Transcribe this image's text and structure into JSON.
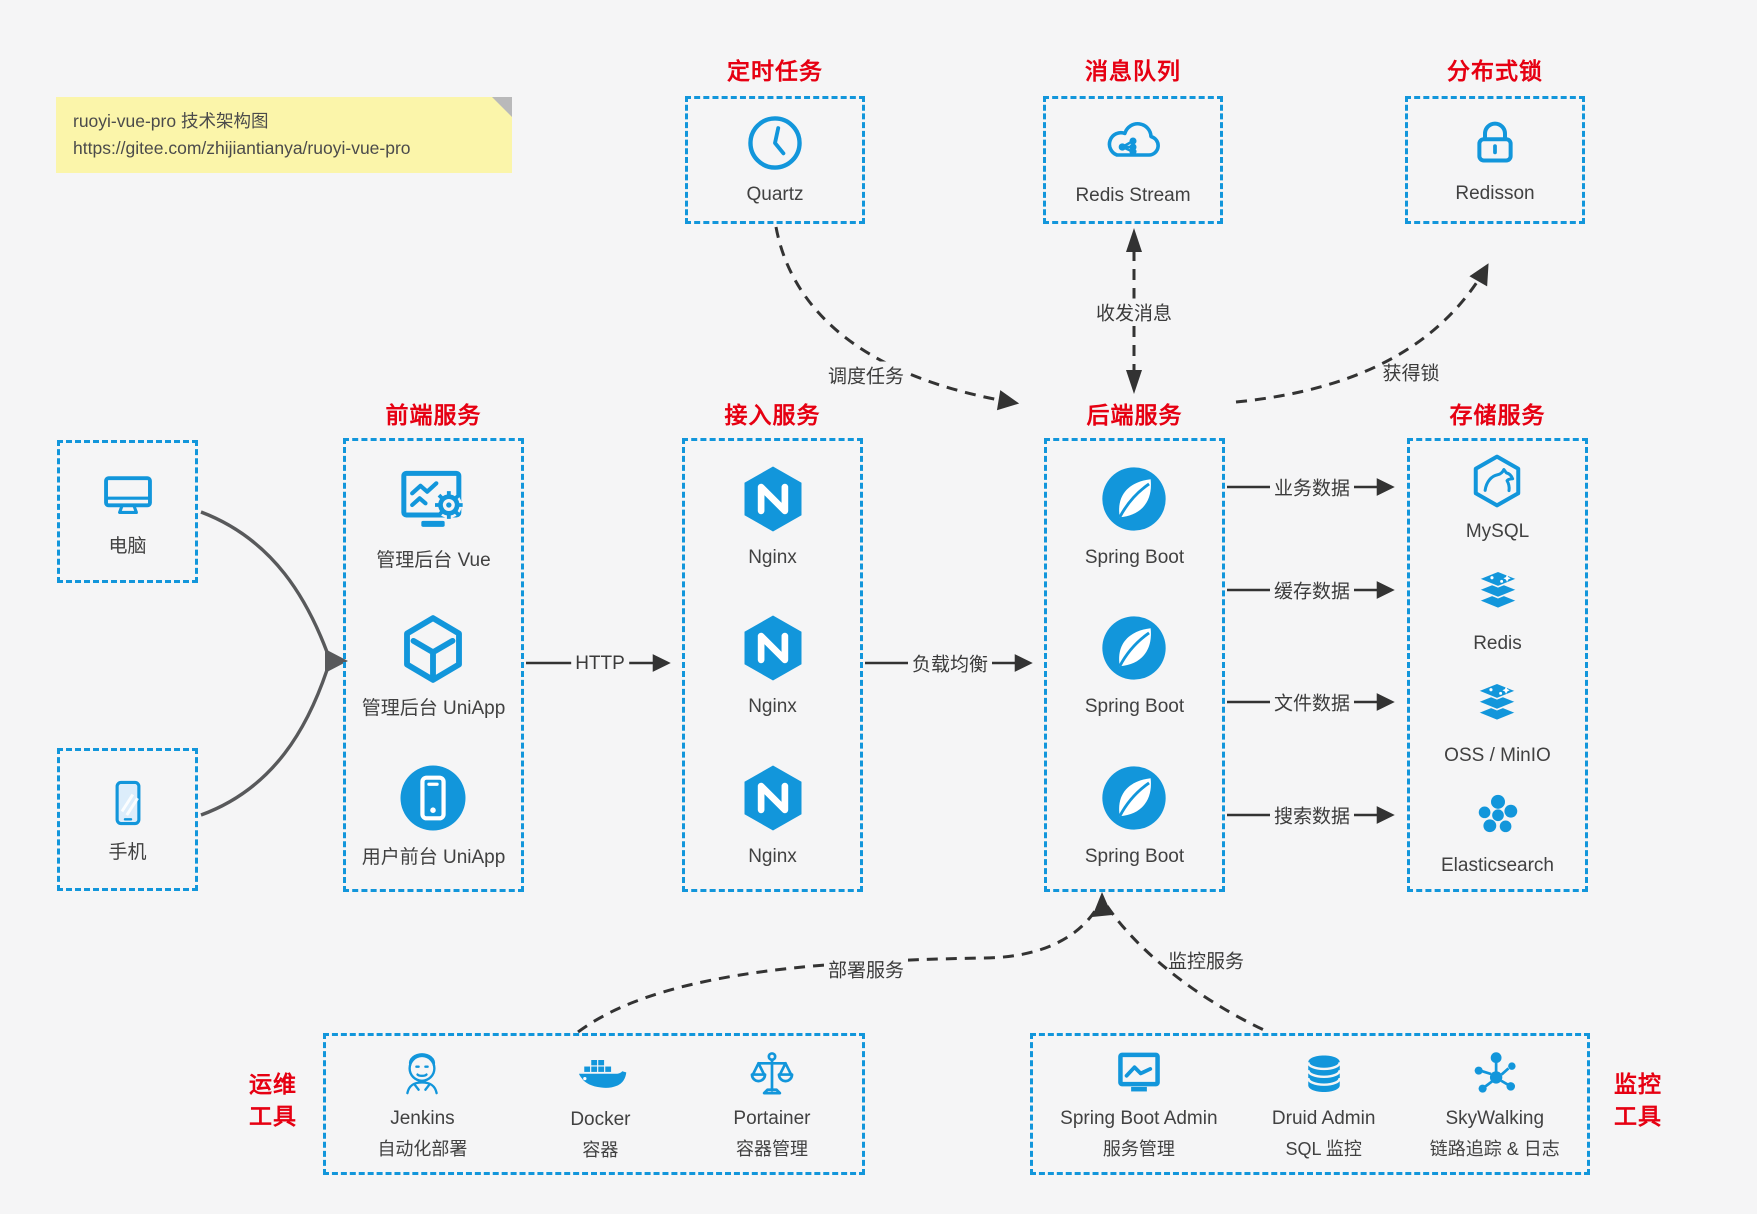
{
  "colors": {
    "accent": "#1296db",
    "red": "#e60012",
    "bg": "#f5f5f6",
    "note": "#fbf5aa",
    "line_dark": "#333333",
    "line_gray": "#58595b"
  },
  "note": {
    "line1": "ruoyi-vue-pro 技术架构图",
    "line2": "https://gitee.com/zhijiantianya/ruoyi-vue-pro"
  },
  "top_boxes": [
    {
      "title": "定时任务",
      "icon": "clock-icon",
      "label": "Quartz"
    },
    {
      "title": "消息队列",
      "icon": "cloud-mq-icon",
      "label": "Redis Stream"
    },
    {
      "title": "分布式锁",
      "icon": "lock-icon",
      "label": "Redisson"
    }
  ],
  "clients": [
    {
      "icon": "desktop-icon",
      "label": "电脑"
    },
    {
      "icon": "smartphone-icon",
      "label": "手机"
    }
  ],
  "columns": [
    {
      "title": "前端服务",
      "items": [
        {
          "icon": "admin-vue-icon",
          "label": "管理后台 Vue"
        },
        {
          "icon": "uniapp-cube-icon",
          "label": "管理后台 UniApp"
        },
        {
          "icon": "user-app-icon",
          "label": "用户前台 UniApp"
        }
      ]
    },
    {
      "title": "接入服务",
      "items": [
        {
          "icon": "nginx-icon",
          "label": "Nginx"
        },
        {
          "icon": "nginx-icon",
          "label": "Nginx"
        },
        {
          "icon": "nginx-icon",
          "label": "Nginx"
        }
      ]
    },
    {
      "title": "后端服务",
      "items": [
        {
          "icon": "spring-boot-icon",
          "label": "Spring Boot"
        },
        {
          "icon": "spring-boot-icon",
          "label": "Spring Boot"
        },
        {
          "icon": "spring-boot-icon",
          "label": "Spring Boot"
        }
      ]
    },
    {
      "title": "存储服务",
      "items": [
        {
          "icon": "mysql-icon",
          "label": "MySQL"
        },
        {
          "icon": "redis-stack-icon",
          "label": "Redis"
        },
        {
          "icon": "redis-stack-icon",
          "label": "OSS / MinIO"
        },
        {
          "icon": "elasticsearch-icon",
          "label": "Elasticsearch"
        }
      ]
    }
  ],
  "tool_groups": [
    {
      "title_line1": "运维",
      "title_line2": "工具",
      "items": [
        {
          "icon": "jenkins-icon",
          "label": "Jenkins",
          "sublabel": "自动化部署"
        },
        {
          "icon": "docker-icon",
          "label": "Docker",
          "sublabel": "容器"
        },
        {
          "icon": "portainer-icon",
          "label": "Portainer",
          "sublabel": "容器管理"
        }
      ]
    },
    {
      "title_line1": "监控",
      "title_line2": "工具",
      "items": [
        {
          "icon": "spring-boot-admin-icon",
          "label": "Spring Boot Admin",
          "sublabel": "服务管理"
        },
        {
          "icon": "druid-icon",
          "label": "Druid Admin",
          "sublabel": "SQL 监控"
        },
        {
          "icon": "skywalking-icon",
          "label": "SkyWalking",
          "sublabel": "链路追踪 & 日志"
        }
      ]
    }
  ],
  "edges": {
    "http": "HTTP",
    "load_balance": "负载均衡",
    "business_data": "业务数据",
    "cache_data": "缓存数据",
    "file_data": "文件数据",
    "search_data": "搜索数据",
    "schedule_job": "调度任务",
    "send_receive_message": "收发消息",
    "acquire_lock": "获得锁",
    "deploy_service": "部署服务",
    "monitor_service": "监控服务"
  }
}
